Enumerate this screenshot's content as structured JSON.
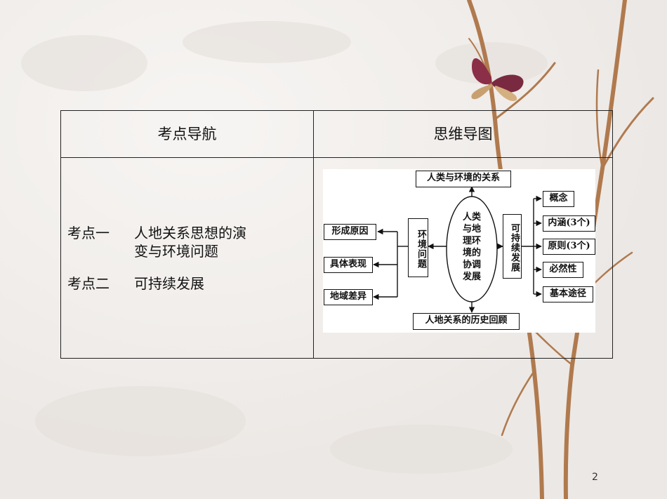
{
  "table": {
    "header_left": "考点导航",
    "header_right": "思维导图",
    "topic1_label": "考点一",
    "topic1_line1": "人地关系思想的演",
    "topic1_line2": "变与环境问题",
    "topic2_label": "考点二",
    "topic2_text": "可持续发展"
  },
  "diagram": {
    "top_box": "人类与环境的关系",
    "bottom_box": "人地关系的历史回顾",
    "center_lines": [
      "人类",
      "与地",
      "理环",
      "境的",
      "协调",
      "发展"
    ],
    "left_vertical": "环境问题",
    "right_vertical": "可持续发展",
    "left_items": [
      "形成原因",
      "具体表现",
      "地域差异"
    ],
    "right_items": [
      "概念",
      "内涵(3个)",
      "原则(3个)",
      "必然性",
      "基本途径"
    ]
  },
  "page_number": "2"
}
